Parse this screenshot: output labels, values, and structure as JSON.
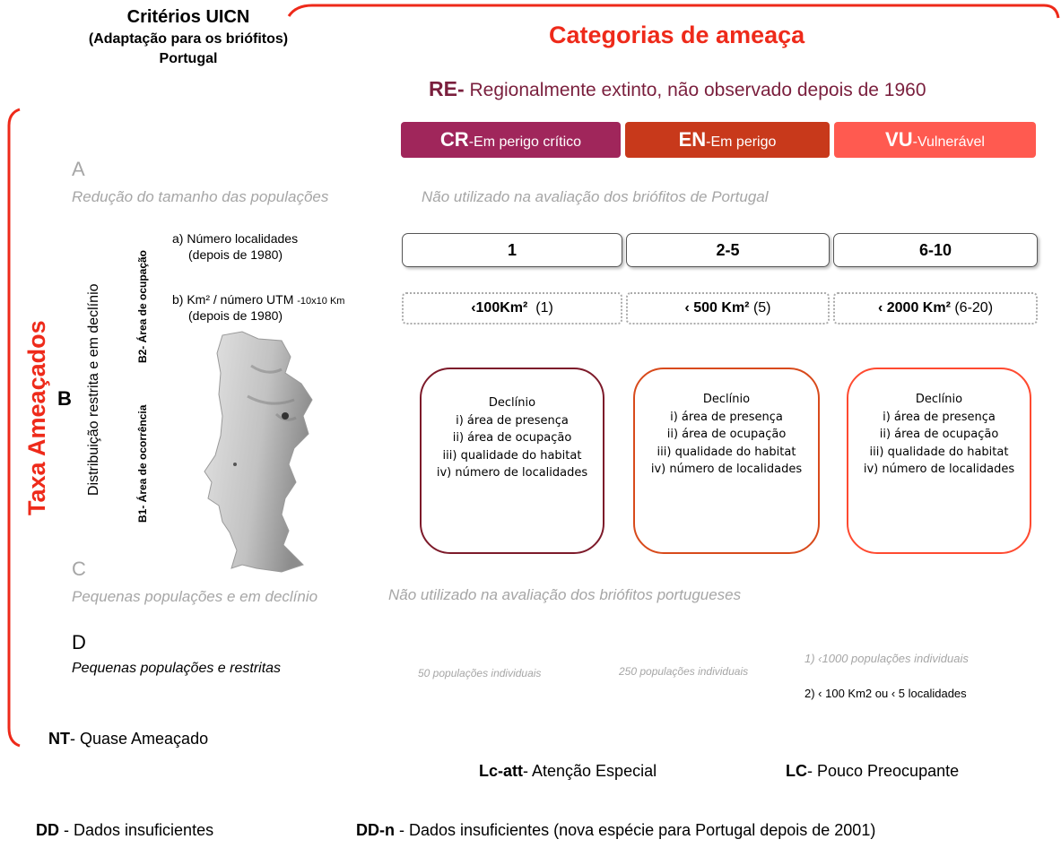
{
  "header": {
    "criteria_title": "Critérios UICN",
    "criteria_sub": "(Adaptação para os briófitos)",
    "criteria_country": "Portugal",
    "categories_title": "Categorias de ameaça"
  },
  "re": {
    "code": "RE-",
    "text": "Regionalmente extinto, não observado depois de 1960"
  },
  "categories": [
    {
      "code": "CR",
      "label": "-Em perigo crítico",
      "color": "#a0265b"
    },
    {
      "code": "EN",
      "label": "-Em perigo",
      "color": "#c8391b"
    },
    {
      "code": "VU",
      "label": "-Vulnerável",
      "color": "#ff5a50"
    }
  ],
  "threatened_label": "Taxa Ameaçados",
  "criterion_a": {
    "letter": "A",
    "desc": "Redução do tamanho das populações",
    "note": "Não utilizado na avaliação dos briófitos de Portugal"
  },
  "criterion_b": {
    "letter": "B",
    "vertical_main": "Distribuição restrita e em declínio",
    "b1": "B1- Área de ocorrência",
    "b2": "B2- Área de ocupação",
    "row_a_label": "a) Número localidades",
    "row_a_sub": "(depois de 1980)",
    "row_a_values": [
      "1",
      "2-5",
      "6-10"
    ],
    "row_b_label": "b) Km² / número UTM ",
    "row_b_label_small": "-10x10 Km",
    "row_b_sub": "(depois de 1980)",
    "row_b_values": [
      {
        "main": "‹100Km²",
        "extra": "(1)"
      },
      {
        "main": "‹ 500 Km²",
        "extra": "(5)"
      },
      {
        "main": "‹ 2000 Km²",
        "extra": "(6-20)"
      }
    ],
    "decline": {
      "title": "Declínio",
      "items": [
        "i) área de presença",
        "ii) área de ocupação",
        "iii) qualidade do habitat",
        "iv) número de localidades"
      ]
    }
  },
  "criterion_c": {
    "letter": "C",
    "desc": "Pequenas populações e em declínio",
    "note": "Não utilizado na avaliação dos briófitos portugueses"
  },
  "criterion_d": {
    "letter": "D",
    "desc": "Pequenas populações e restritas",
    "cr_value": "50 populações individuais",
    "en_value": "250 populações individuais",
    "vu_value1": "1) ‹1000 populações individuais",
    "vu_value2": "2) ‹ 100 Km2  ou  ‹ 5 localidades"
  },
  "nt": {
    "code": "NT",
    "text": "- Quase Ameaçado"
  },
  "lcatt": {
    "code": "Lc-att",
    "text": "- Atenção Especial"
  },
  "lc": {
    "code": "LC",
    "text": "- Pouco Preocupante"
  },
  "dd": {
    "code": "DD",
    "text": " - Dados insuficientes"
  },
  "ddn": {
    "code": "DD-n",
    "text": " - Dados insuficientes (nova espécie para Portugal depois de 2001)"
  }
}
